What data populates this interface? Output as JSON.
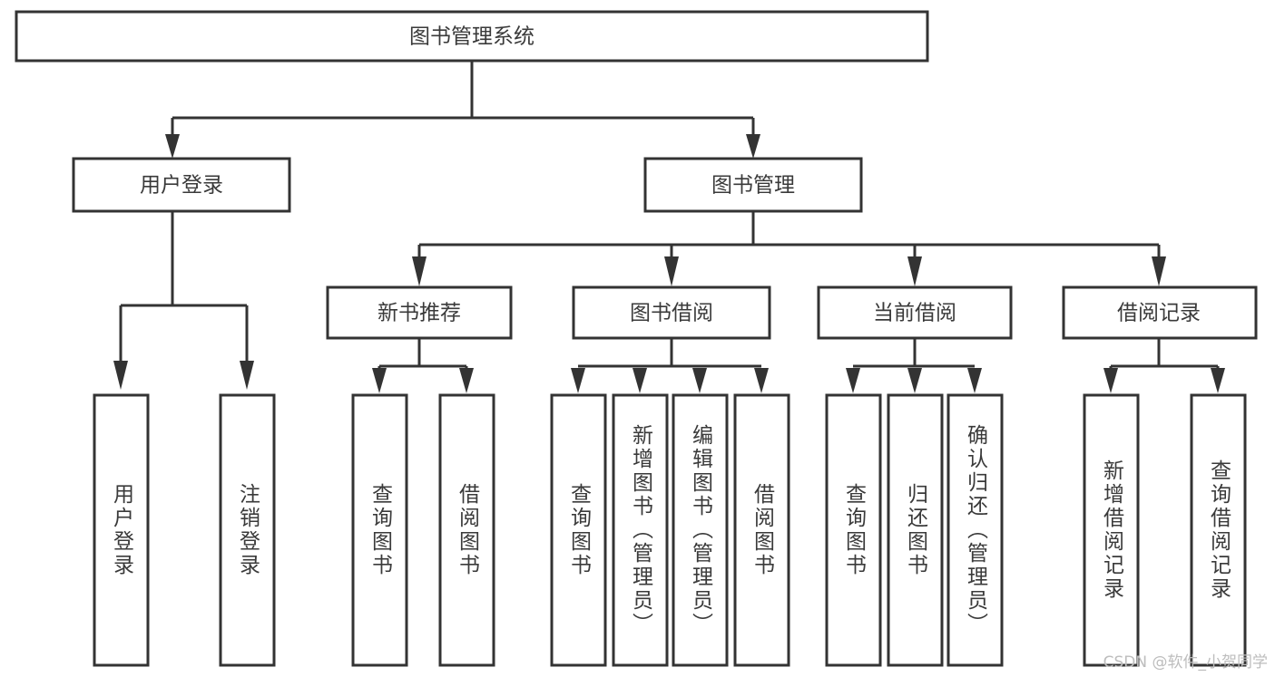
{
  "diagram": {
    "title": "图书管理系统",
    "type": "tree-hierarchy",
    "watermark": "CSDN @软件_小贺同学",
    "colors": {
      "stroke": "#333333",
      "box_fill": "#ffffff",
      "text": "#3a3a3a",
      "background": "#ffffff",
      "watermark": "#bdbdbd"
    },
    "nodes": {
      "root": {
        "label": "图书管理系统"
      },
      "level2": [
        {
          "id": "user-login",
          "label": "用户登录"
        },
        {
          "id": "book-management",
          "label": "图书管理"
        }
      ],
      "level3": [
        {
          "id": "new-book-recommend",
          "label": "新书推荐"
        },
        {
          "id": "book-borrow",
          "label": "图书借阅"
        },
        {
          "id": "current-borrow",
          "label": "当前借阅"
        },
        {
          "id": "borrow-record",
          "label": "借阅记录"
        }
      ],
      "leaves": {
        "user_login": [
          {
            "id": "leaf-user-login",
            "label": "用户登录"
          },
          {
            "id": "leaf-logout-login",
            "label": "注销登录"
          }
        ],
        "new_book_recommend": [
          {
            "id": "leaf-query-book-1",
            "label": "查询图书"
          },
          {
            "id": "leaf-borrow-book-1",
            "label": "借阅图书"
          }
        ],
        "book_borrow": [
          {
            "id": "leaf-query-book-2",
            "label": "查询图书"
          },
          {
            "id": "leaf-add-book",
            "label": "新增图书（管理员）"
          },
          {
            "id": "leaf-edit-book",
            "label": "编辑图书（管理员）"
          },
          {
            "id": "leaf-borrow-book-2",
            "label": "借阅图书"
          }
        ],
        "current_borrow": [
          {
            "id": "leaf-query-book-3",
            "label": "查询图书"
          },
          {
            "id": "leaf-return-book",
            "label": "归还图书"
          },
          {
            "id": "leaf-confirm-return",
            "label": "确认归还（管理员）"
          }
        ],
        "borrow_record": [
          {
            "id": "leaf-add-borrow-record",
            "label": "新增借阅记录"
          },
          {
            "id": "leaf-query-borrow-record",
            "label": "查询借阅记录"
          }
        ]
      }
    }
  }
}
